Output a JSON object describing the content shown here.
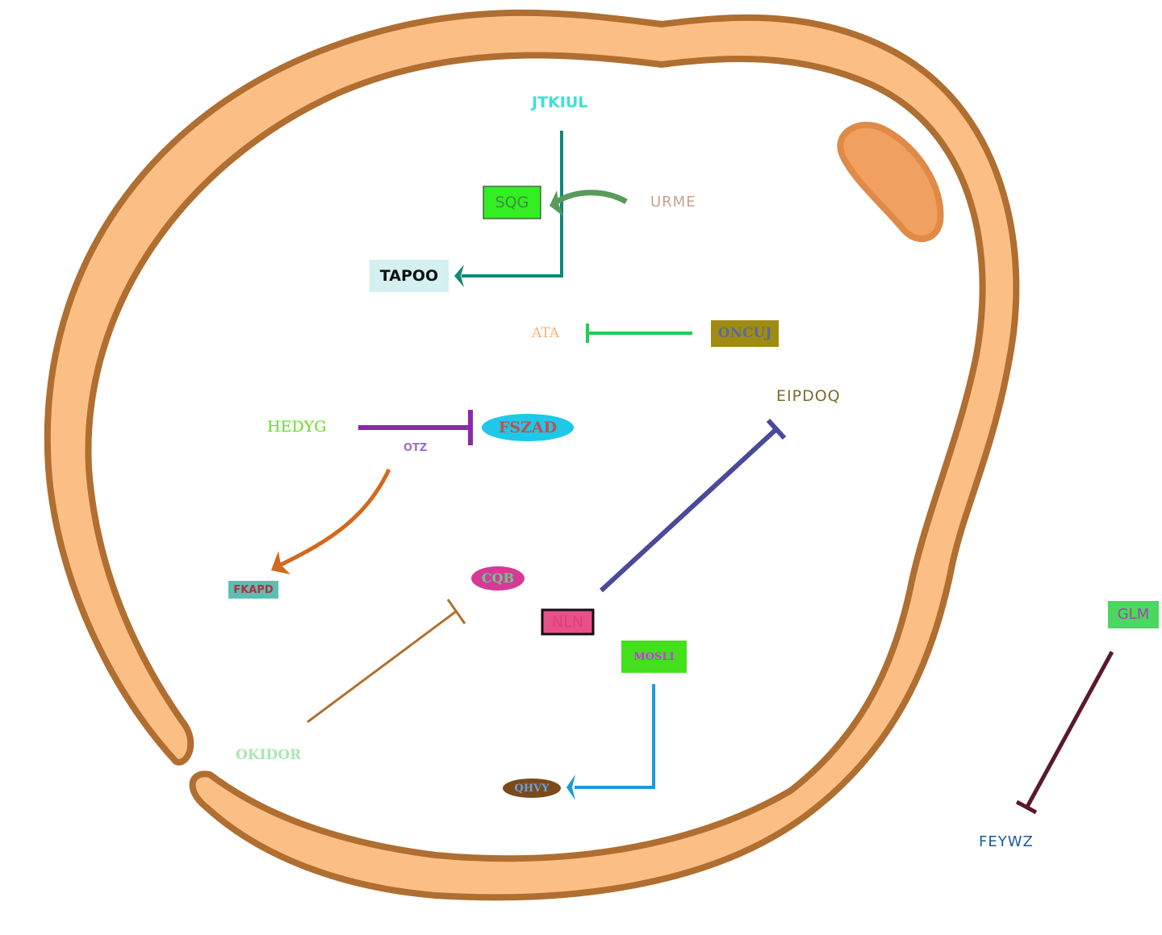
{
  "nodes": {
    "jtkiul": {
      "label": "JTKIUL",
      "color": "#40e0d0"
    },
    "sqg": {
      "label": "SQG",
      "color": "#3a8f3a",
      "fill": "#33ee22"
    },
    "urme": {
      "label": "URME",
      "color": "#c8a08c"
    },
    "tapoo": {
      "label": "TAPOO",
      "color": "#111111",
      "fill": "#d4f0f0"
    },
    "ata": {
      "label": "ATA",
      "color": "#f4b27a"
    },
    "oncuj": {
      "label": "ONCUJ",
      "color": "#5a6a9a",
      "fill": "#a08c10"
    },
    "eipdoq": {
      "label": "EIPDOQ",
      "color": "#7a6a30"
    },
    "hedyg": {
      "label": "HEDYG",
      "color": "#66dd22"
    },
    "fszad": {
      "label": "FSZAD",
      "color": "#c0504d",
      "fill": "#1ec8e8"
    },
    "otz": {
      "label": "OTZ",
      "color": "#a070c0"
    },
    "fkapd": {
      "label": "FKAPD",
      "color": "#b03040",
      "fill": "#5ebeb0"
    },
    "cqb": {
      "label": "CQB",
      "color": "#66cc88",
      "fill": "#d63a96"
    },
    "nln": {
      "label": "NLN",
      "color": "#e04070",
      "fill": "#e8508c"
    },
    "mosli": {
      "label": "MOSLI",
      "color": "#cc33ee",
      "fill": "#44e01e"
    },
    "okidor": {
      "label": "OKIDOR",
      "color": "#a8e8b0"
    },
    "qhvy": {
      "label": "QHVY",
      "color": "#6aa0e0",
      "fill": "#7a4a1a"
    },
    "glm": {
      "label": "GLM",
      "color": "#aa44aa",
      "fill": "#4ad860"
    },
    "feywz": {
      "label": "FEYWZ",
      "color": "#1a5a9a"
    }
  },
  "edges": [
    {
      "from": "JTKIUL",
      "to": "TAPOO",
      "type": "activation",
      "color": "#0e8a78"
    },
    {
      "from": "URME",
      "to": "SQG",
      "type": "activation",
      "color": "#5a9a5a"
    },
    {
      "from": "ONCUJ",
      "to": "ATA",
      "type": "inhibition",
      "color": "#22cc55"
    },
    {
      "from": "HEDYG",
      "to": "FSZAD",
      "type": "inhibition",
      "label": "OTZ",
      "color": "#8a2aa8"
    },
    {
      "from": "OTZ",
      "to": "FKAPD",
      "type": "activation",
      "color": "#d2691e"
    },
    {
      "from": "NLN",
      "to": "EIPDOQ",
      "type": "inhibition",
      "color": "#4a4a9a"
    },
    {
      "from": "OKIDOR",
      "to": "CQB",
      "type": "inhibition",
      "color": "#b07030"
    },
    {
      "from": "MOSLI",
      "to": "QHVY",
      "type": "activation",
      "color": "#1a9ae0"
    },
    {
      "from": "GLM",
      "to": "FEYWZ",
      "type": "inhibition",
      "color": "#5a1a2a"
    }
  ],
  "colors": {
    "cell_fill": "#fbbf85",
    "cell_stroke": "#b06e30",
    "organelle_fill": "#f0a060",
    "organelle_stroke": "#e08a48",
    "cytoplasm": "#ffffff"
  }
}
